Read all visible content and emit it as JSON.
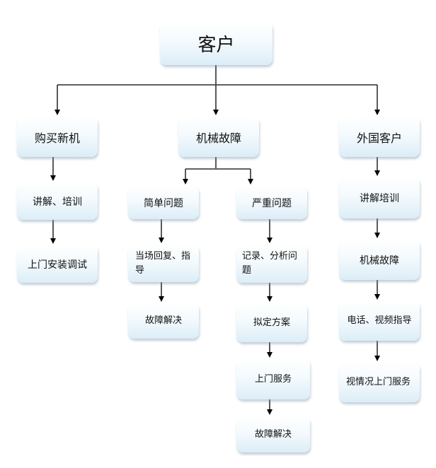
{
  "diagram": {
    "root": {
      "label": "客户"
    },
    "branches": {
      "purchase": {
        "label": "购买新机",
        "steps": [
          "讲解、培训",
          "上门安装调试"
        ]
      },
      "fault": {
        "label": "机械故障",
        "simple": {
          "label": "简单问题",
          "steps": [
            "当场回复、指导",
            "故障解决"
          ]
        },
        "serious": {
          "label": "严重问题",
          "steps": [
            "记录、分析问题",
            "拟定方案",
            "上门服务",
            "故障解决"
          ]
        }
      },
      "foreign": {
        "label": "外国客户",
        "steps": [
          "讲解培训",
          "机械故障",
          "电话、视频指导",
          "视情况上门服务"
        ]
      }
    },
    "colors": {
      "line": "#000000",
      "box_top": "#ffffff",
      "box_bottom": "#dcedf7",
      "shadow": "#7896af",
      "text": "#111111"
    }
  }
}
